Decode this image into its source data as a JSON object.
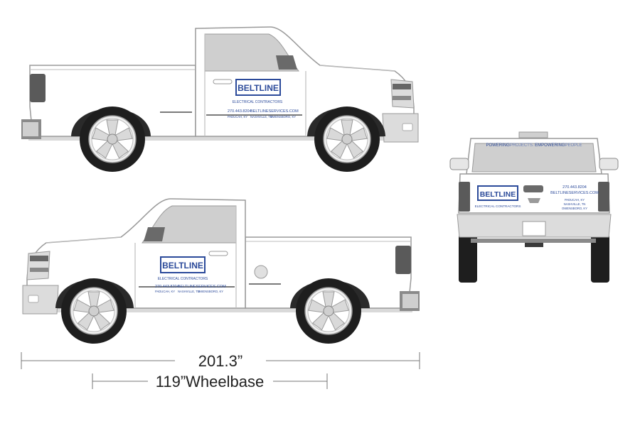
{
  "brand": {
    "name": "BELTLINE",
    "tagline": "ELECTRICAL CONTRACTORS",
    "phone": "270.443.8204",
    "website": "BELTLINESERVICES.COM",
    "locations": [
      "PADUCAH, KY",
      "NASHVILLE, TN",
      "OWENSBORO, KY"
    ],
    "slogan_parts": [
      "POWERING",
      "PROJECTS. ",
      "EMPOWERING",
      "PEOPLE"
    ]
  },
  "dimensions": {
    "overall_length": "201.3”",
    "wheelbase": "119”Wheelbase"
  },
  "colors": {
    "brand_blue": "#2b4a9a",
    "body_outline": "#9a9a9a",
    "glass": "#cfcfcf",
    "tire": "#1e1e1e",
    "wheel_well": "#2a2a2a",
    "trim_dark": "#555555"
  }
}
